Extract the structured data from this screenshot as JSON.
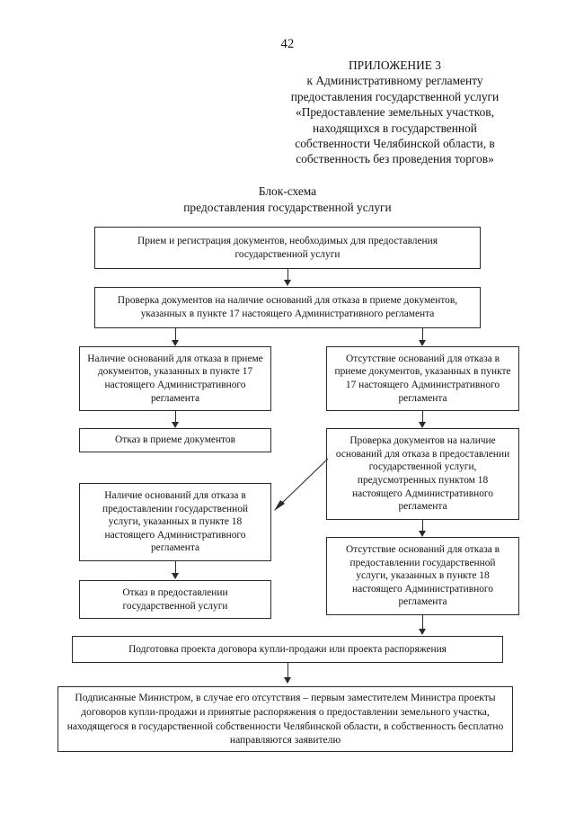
{
  "page": {
    "number": "42"
  },
  "heading": {
    "lines": [
      "ПРИЛОЖЕНИЕ 3",
      "к Административному регламенту",
      "предоставления государственной услуги",
      "«Предоставление земельных участков,",
      "находящихся в государственной",
      "собственности Челябинской области, в",
      "собственность без проведения торгов»"
    ]
  },
  "subtitle": {
    "line1": "Блок-схема",
    "line2": "предоставления государственной услуги"
  },
  "flowchart": {
    "nodes": {
      "intake": "Прием и регистрация документов, необходимых для предоставления государственной услуги",
      "check_refusal_grounds": "Проверка документов на наличие оснований для отказа в приеме документов, указанных в пункте 17 настоящего Административного регламента",
      "grounds_present_intake": "Наличие оснований для отказа в приеме документов, указанных в пункте 17 настоящего Административного регламента",
      "grounds_absent_intake": "Отсутствие оснований для отказа в приеме документов, указанных в пункте 17 настоящего Административного регламента",
      "refusal_intake": "Отказ в приеме документов",
      "check_service_grounds": "Проверка документов на наличие оснований для отказа в предоставлении государственной услуги, предусмотренных пунктом 18 настоящего Административного регламента",
      "grounds_present_service": "Наличие оснований для отказа в предоставлении государственной услуги, указанных в пункте 18 настоящего Административного регламента",
      "grounds_absent_service": "Отсутствие оснований для отказа в предоставлении государственной услуги, указанных в пункте 18 настоящего Административного регламента",
      "refusal_service": "Отказ в предоставлении государственной услуги",
      "draft_contract": "Подготовка проекта договора купли-продажи или проекта распоряжения",
      "signed_delivery": "Подписанные Министром, в случае его отсутствия – первым заместителем Министра проекты договоров купли-продажи и принятые распоряжения о предоставлении земельного участка, находящегося в государственной собственности Челябинской области, в собственность бесплатно направляются заявителю"
    }
  },
  "colors": {
    "ink": "#121212",
    "stroke": "#2b2b2b",
    "paper": "#ffffff"
  }
}
